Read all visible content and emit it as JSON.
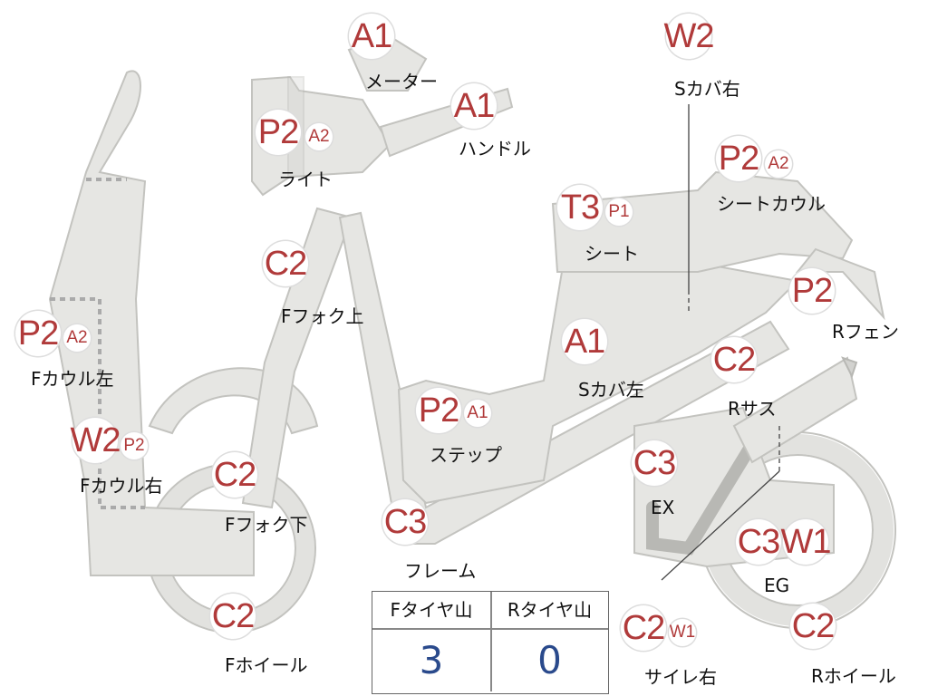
{
  "parts": [
    {
      "id": "meter",
      "label": "メーター",
      "grades": [
        "A1"
      ]
    },
    {
      "id": "handle",
      "label": "ハンドル",
      "grades": [
        "A1"
      ]
    },
    {
      "id": "light",
      "label": "ライト",
      "grades": [
        "P2",
        "A2"
      ]
    },
    {
      "id": "s-cover-right",
      "label": "Sカバ右",
      "grades": [
        "W2"
      ]
    },
    {
      "id": "seat-cowl",
      "label": "シートカウル",
      "grades": [
        "P2",
        "A2"
      ]
    },
    {
      "id": "seat",
      "label": "シート",
      "grades": [
        "T3",
        "P1"
      ]
    },
    {
      "id": "f-fork-upper",
      "label": "Fフォク上",
      "grades": [
        "C2"
      ]
    },
    {
      "id": "r-fender",
      "label": "Rフェン",
      "grades": [
        "P2"
      ]
    },
    {
      "id": "f-cowl-left",
      "label": "Fカウル左",
      "grades": [
        "P2",
        "A2"
      ]
    },
    {
      "id": "s-cover-left",
      "label": "Sカバ左",
      "grades": [
        "A1"
      ]
    },
    {
      "id": "r-suspension",
      "label": "Rサス",
      "grades": [
        "C2"
      ]
    },
    {
      "id": "step",
      "label": "ステップ",
      "grades": [
        "P2",
        "A1"
      ]
    },
    {
      "id": "f-cowl-right",
      "label": "Fカウル右",
      "grades": [
        "W2",
        "P2"
      ]
    },
    {
      "id": "f-fork-lower",
      "label": "Fフォク下",
      "grades": [
        "C2"
      ]
    },
    {
      "id": "exhaust",
      "label": "EX",
      "grades": [
        "C3"
      ]
    },
    {
      "id": "frame",
      "label": "フレーム",
      "grades": [
        "C3"
      ]
    },
    {
      "id": "engine",
      "label": "EG",
      "grades": [
        "C3",
        "W1"
      ]
    },
    {
      "id": "f-wheel",
      "label": "Fホイール",
      "grades": [
        "C2"
      ]
    },
    {
      "id": "muffler-right",
      "label": "サイレ右",
      "grades": [
        "C2",
        "W1"
      ]
    },
    {
      "id": "r-wheel",
      "label": "Rホイール",
      "grades": [
        "C2"
      ]
    }
  ],
  "tire_table": {
    "headers": [
      "Fタイヤ山",
      "Rタイヤ山"
    ],
    "values": [
      "3",
      "0"
    ]
  }
}
